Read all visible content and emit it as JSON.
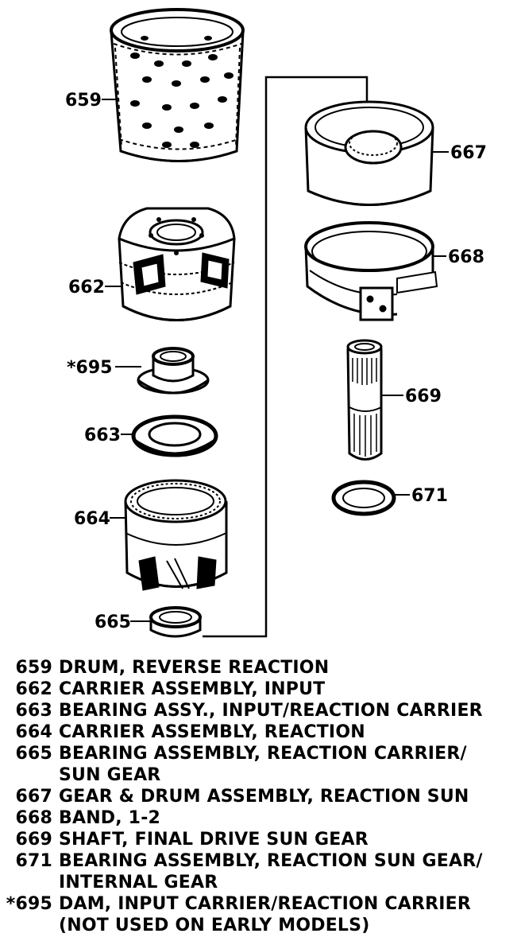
{
  "callouts": {
    "p659": "659",
    "p662": "662",
    "p695": "*695",
    "p663": "663",
    "p664": "664",
    "p665": "665",
    "p667": "667",
    "p668": "668",
    "p669": "669",
    "p671": "671"
  },
  "legend": [
    {
      "num": "659",
      "desc": "DRUM, REVERSE REACTION"
    },
    {
      "num": "662",
      "desc": "CARRIER ASSEMBLY, INPUT"
    },
    {
      "num": "663",
      "desc": "BEARING ASSY., INPUT/REACTION CARRIER"
    },
    {
      "num": "664",
      "desc": "CARRIER ASSEMBLY, REACTION"
    },
    {
      "num": "665",
      "desc": "BEARING ASSEMBLY, REACTION CARRIER/\nSUN GEAR"
    },
    {
      "num": "667",
      "desc": "GEAR & DRUM ASSEMBLY, REACTION SUN"
    },
    {
      "num": "668",
      "desc": "BAND, 1-2"
    },
    {
      "num": "669",
      "desc": "SHAFT, FINAL DRIVE SUN GEAR"
    },
    {
      "num": "671",
      "desc": "BEARING ASSEMBLY, REACTION SUN GEAR/\nINTERNAL GEAR"
    },
    {
      "num": "*695",
      "desc": "DAM, INPUT CARRIER/REACTION CARRIER\n(NOT USED ON EARLY MODELS)"
    }
  ]
}
